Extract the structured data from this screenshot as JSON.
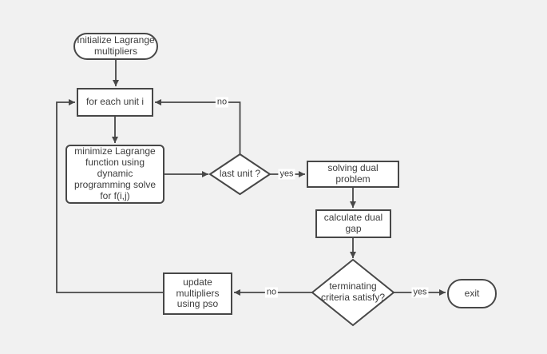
{
  "diagram": {
    "type": "flowchart",
    "colors": {
      "background": "#f1f1f1",
      "node_fill": "#ffffff",
      "stroke": "#474747",
      "text": "#3d3d3d"
    },
    "nodes": {
      "init": "Initialize Lagrange\nmultipliers",
      "for_each": "for each unit i",
      "minimize": "minimize Lagrange\nfunction using\ndynamic\nprogramming solve\nfor f(i,j)",
      "last_unit": "last unit ?",
      "solve_dual": "solving dual\nproblem",
      "calc_gap": "calculate dual\ngap",
      "terminating": "terminating\ncriteria satisfy?",
      "update": "update\nmultipliers\nusing pso",
      "exit": "exit"
    },
    "edge_labels": {
      "last_unit_no": "no",
      "last_unit_yes": "yes",
      "terminating_no": "no",
      "terminating_yes": "yes"
    }
  }
}
